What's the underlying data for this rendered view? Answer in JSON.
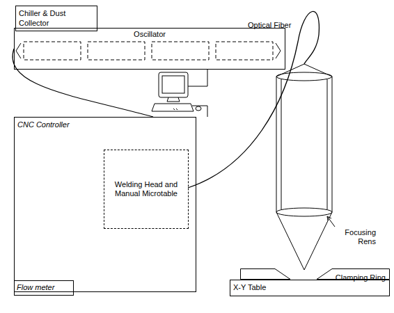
{
  "diagram": {
    "nodes": [
      {
        "text": [
          "Chiller & Dust Collector"
        ]
      },
      {
        "text": [
          "Oscillator"
        ]
      },
      {
        "text": [
          "CNC Controller"
        ]
      },
      {
        "text": [
          "Welding Head and Manual Microtable"
        ],
        "in": 2
      },
      {
        "text": [
          "Flow meter"
        ],
        "in": 2
      },
      {
        "text": [
          "Clamping Ring"
        ]
      },
      {
        "text": [
          "X-Y Table"
        ]
      }
    ],
    "edges": [
      {
        "from": 1,
        "to": 2,
        "arrow": "none"
      }
    ],
    "labels": [
      "Optical Fiber",
      "Focusing Rens"
    ]
  }
}
